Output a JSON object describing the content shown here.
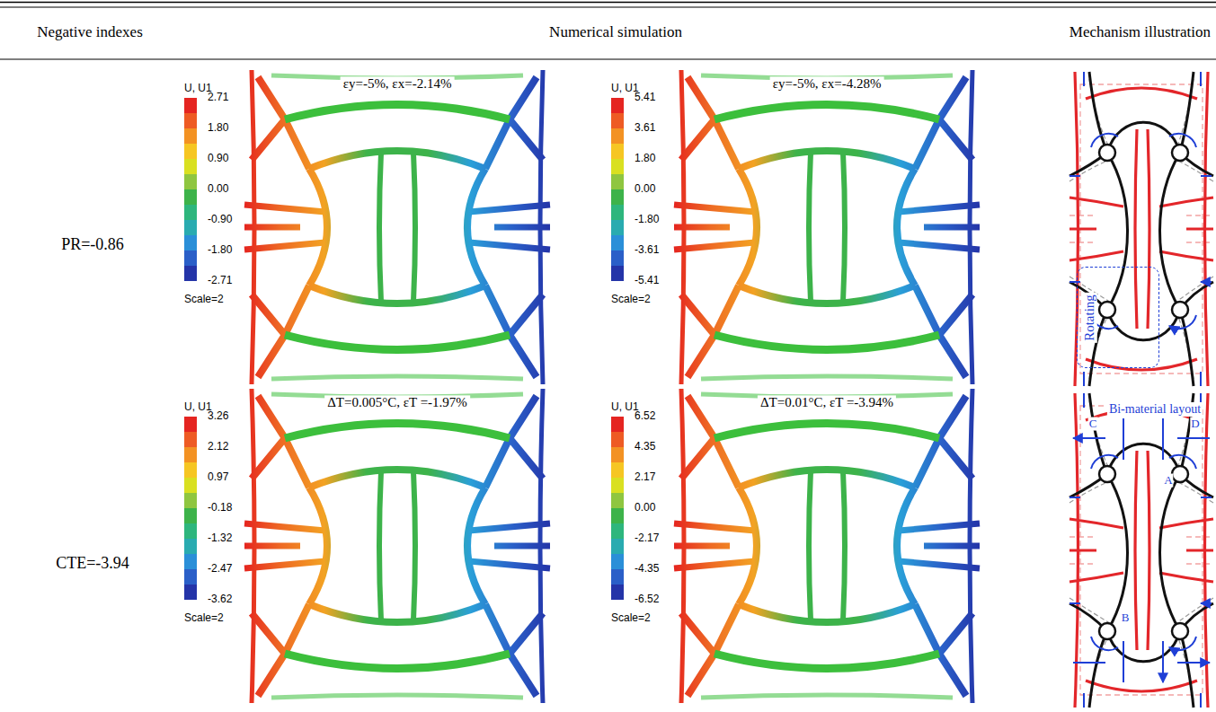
{
  "diagram": {
    "nodes": [
      {
        "text": [
          "Rotating"
        ]
      }
    ],
    "labels": [
      "Negative indexes",
      "Numerical simulation",
      "Mechanism illustration",
      "PR=-0.86",
      "εy=-5%, εx=-2.14%",
      "U, U1",
      "2.71",
      "1.80",
      "0.90",
      "0.00",
      "-0.90",
      "-1.80",
      "-2.71",
      "Scale=2",
      "εy=-5%, εx=-4.28%",
      "U, U1",
      "5.41",
      "3.61",
      "1.80",
      "0.00",
      "-1.80",
      "-3.61",
      "-5.41",
      "Scale=2",
      "CTE=-3.94",
      "ΔT=0.005°C, εT =-1.97%",
      "U, U1",
      "3.26",
      "2.12",
      "0.97",
      "-0.18",
      "-1.32",
      "-2.47",
      "-3.62",
      "Scale=2",
      "ΔT=0.01°C, εT =-3.94%",
      "U, U1",
      "6.52",
      "4.35",
      "2.17",
      "0.00",
      "-2.17",
      "-4.35",
      "-6.52",
      "Scale=2",
      "Bi-material layout",
      "C",
      "D",
      "A",
      "B"
    ]
  }
}
